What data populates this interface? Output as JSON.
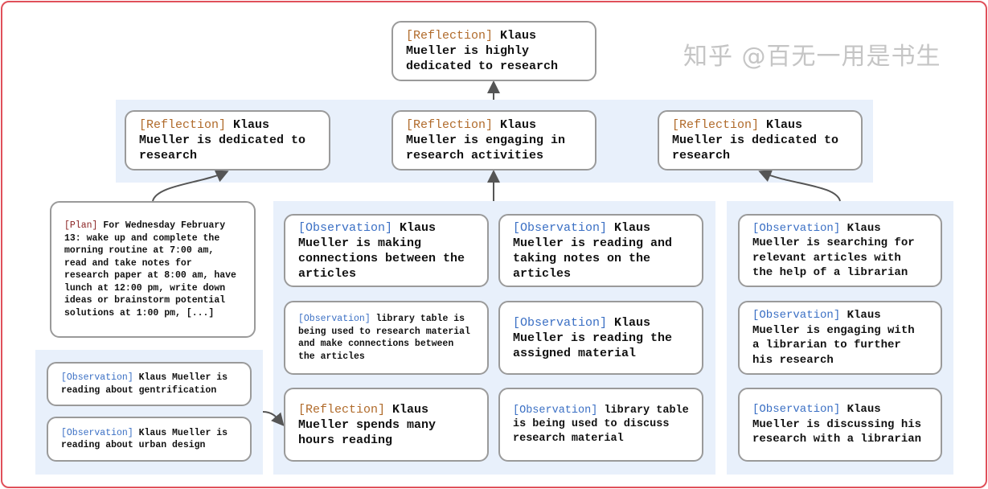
{
  "tags": {
    "reflection": "[Reflection]",
    "observation": "[Observation]",
    "plan": "[Plan]"
  },
  "colors": {
    "reflection": "#b06a2a",
    "observation": "#3a6fc4",
    "plan": "#8b2323",
    "band": "#e8f0fb",
    "border": "#e0505a"
  },
  "top": {
    "text": "Klaus Mueller is highly dedicated to research"
  },
  "reflections": [
    {
      "text": "Klaus Mueller is dedicated to research"
    },
    {
      "text": "Klaus Mueller is engaging in research activities"
    },
    {
      "text": "Klaus Mueller is dedicated to research"
    }
  ],
  "plan": {
    "text": "For Wednesday February 13: wake up and complete the morning routine at 7:00 am, read and take notes for research paper at 8:00 am, have lunch at 12:00 pm, write down ideas or brainstorm potential solutions at 1:00 pm, [...]"
  },
  "left_obs": [
    {
      "text": "Klaus Mueller is reading about gentrification"
    },
    {
      "text": "Klaus Mueller is reading about urban design"
    }
  ],
  "middle": [
    {
      "tag": "observation",
      "text": "Klaus Mueller is making connections between the articles"
    },
    {
      "tag": "observation",
      "text": "Klaus Mueller is reading and taking notes on the articles"
    },
    {
      "tag": "observation",
      "text": "library table is being used to research material and make connections between the articles"
    },
    {
      "tag": "observation",
      "text": "Klaus Mueller is reading the assigned material"
    },
    {
      "tag": "reflection",
      "text": "Klaus Mueller spends many hours reading"
    },
    {
      "tag": "observation",
      "text": "library table is being used to discuss research material"
    }
  ],
  "right_obs": [
    {
      "text": "Klaus Mueller is searching for relevant articles with the help of a librarian"
    },
    {
      "text": "Klaus Mueller is engaging with a librarian to further his research"
    },
    {
      "text": "Klaus Mueller is discussing his research with a librarian"
    }
  ],
  "watermark": "知乎 @百无一用是书生"
}
